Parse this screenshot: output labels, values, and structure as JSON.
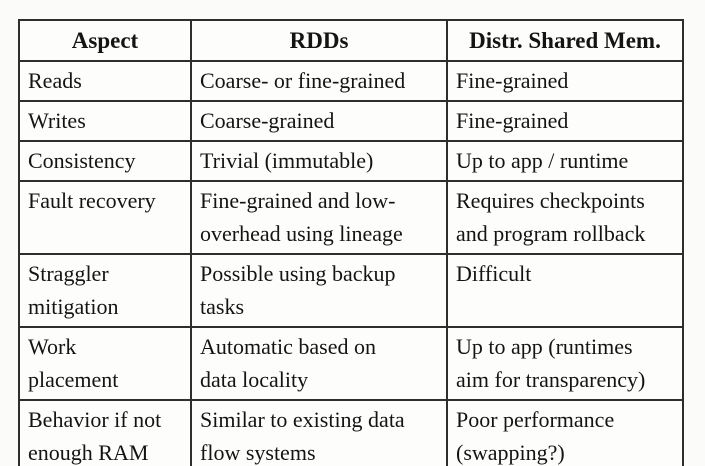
{
  "colors": {
    "border": "#2e2e2e",
    "text": "#141414",
    "background": "#fbfbfa"
  },
  "table": {
    "title_semantic": "Comparison of RDDs with distributed shared memory",
    "columns": [
      "Aspect",
      "RDDs",
      "Distr. Shared Mem."
    ],
    "rows": [
      {
        "aspect": "Reads",
        "rdds": "Coarse- or fine-grained",
        "dsm": "Fine-grained"
      },
      {
        "aspect": "Writes",
        "rdds": "Coarse-grained",
        "dsm": "Fine-grained"
      },
      {
        "aspect": "Consistency",
        "rdds": "Trivial (immutable)",
        "dsm": "Up to app / runtime"
      },
      {
        "aspect": "Fault recovery",
        "rdds": "Fine-grained and low-\noverhead using lineage",
        "dsm": "Requires checkpoints\nand program rollback"
      },
      {
        "aspect": "Straggler\nmitigation",
        "rdds": "Possible using backup\ntasks",
        "dsm": "Difficult"
      },
      {
        "aspect": "Work\nplacement",
        "rdds": "Automatic based on\ndata locality",
        "dsm": "Up to app (runtimes\naim for transparency)"
      },
      {
        "aspect": "Behavior if not\nenough RAM",
        "rdds": "Similar to existing data\nflow systems",
        "dsm": "Poor performance\n(swapping?)"
      }
    ]
  }
}
